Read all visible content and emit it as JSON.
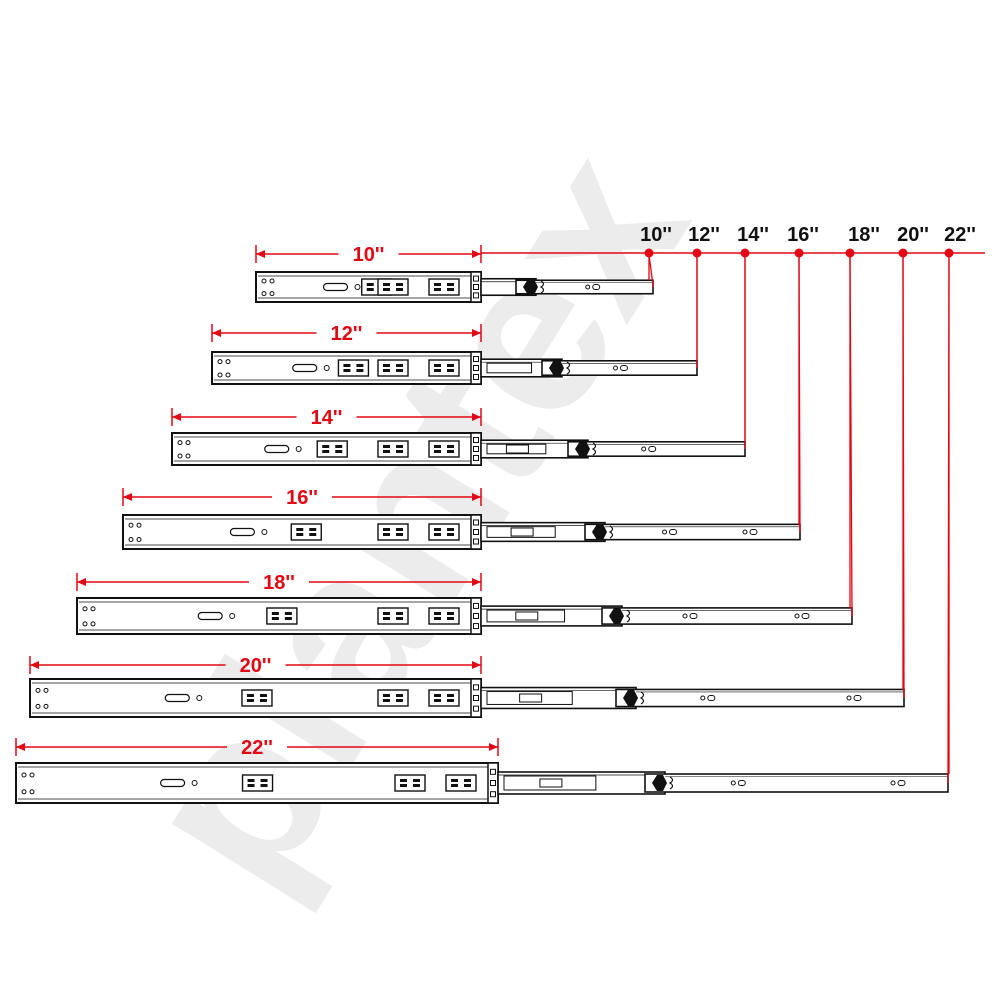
{
  "watermark": {
    "text": "plantex",
    "color": "#ececec"
  },
  "colors": {
    "dimension": "#e30613",
    "outline": "#111111",
    "fill": "#ffffff"
  },
  "extension_labels": [
    "10''",
    "12''",
    "14''",
    "16''",
    "18''",
    "20''",
    "22''"
  ],
  "slides": [
    {
      "name": "slide-10in",
      "length_label": "10''"
    },
    {
      "name": "slide-12in",
      "length_label": "12''"
    },
    {
      "name": "slide-14in",
      "length_label": "14''"
    },
    {
      "name": "slide-16in",
      "length_label": "16''"
    },
    {
      "name": "slide-18in",
      "length_label": "18''"
    },
    {
      "name": "slide-20in",
      "length_label": "20''"
    },
    {
      "name": "slide-22in",
      "length_label": "22''"
    }
  ]
}
